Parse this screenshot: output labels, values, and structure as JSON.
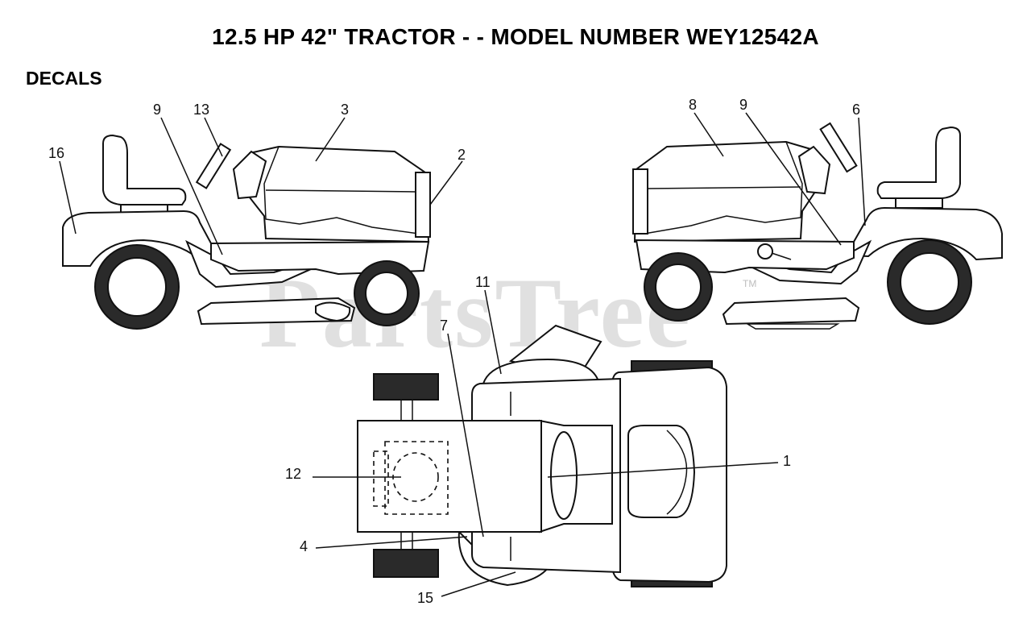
{
  "title": "12.5 HP 42\"  TRACTOR - - MODEL NUMBER WEY12542A",
  "section": "DECALS",
  "watermark": "PartsTree",
  "trademark": "TM",
  "callouts": {
    "c1": "1",
    "c2": "2",
    "c3": "3",
    "c4": "4",
    "c6": "6",
    "c7": "7",
    "c8": "8",
    "c9a": "9",
    "c9b": "9",
    "c11": "11",
    "c12": "12",
    "c13": "13",
    "c15": "15",
    "c16": "16"
  }
}
